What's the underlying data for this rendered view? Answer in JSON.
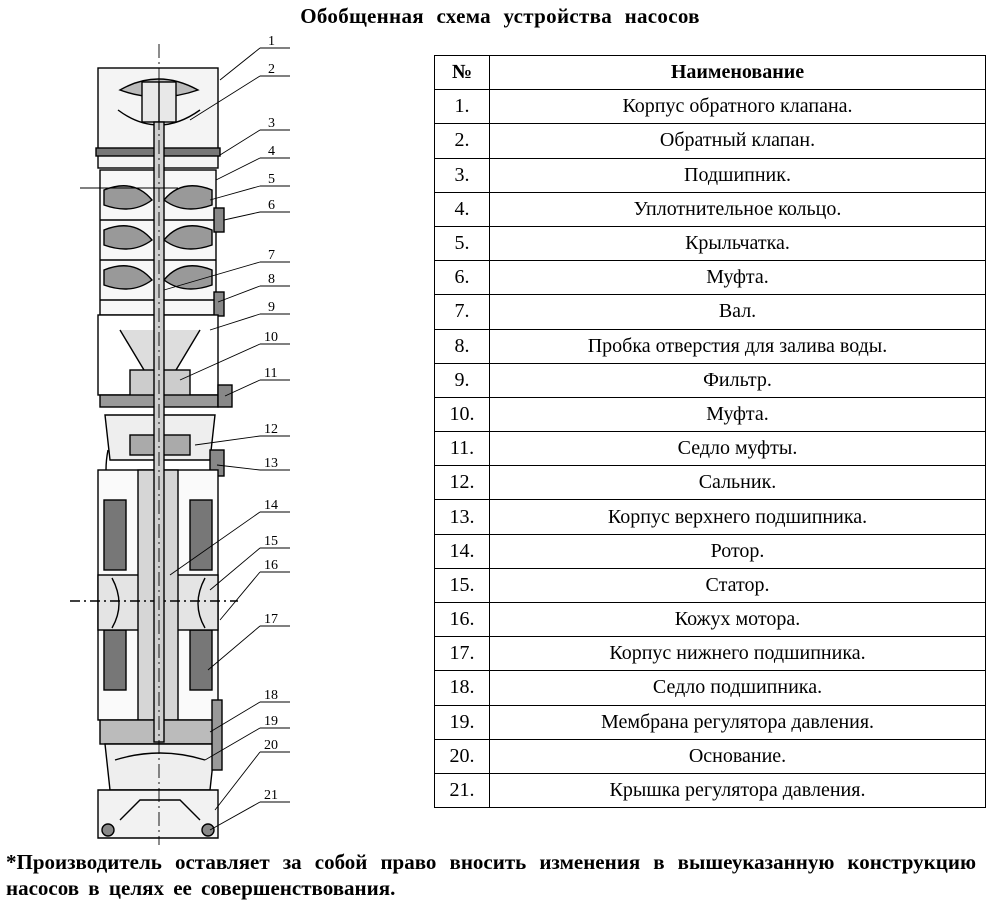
{
  "title": "Обобщенная схема устройства насосов",
  "table": {
    "headers": {
      "num": "№",
      "name": "Наименование"
    },
    "rows": [
      {
        "num": "1.",
        "name": "Корпус обратного клапана."
      },
      {
        "num": "2.",
        "name": "Обратный клапан."
      },
      {
        "num": "3.",
        "name": "Подшипник."
      },
      {
        "num": "4.",
        "name": "Уплотнительное кольцо."
      },
      {
        "num": "5.",
        "name": "Крыльчатка."
      },
      {
        "num": "6.",
        "name": "Муфта."
      },
      {
        "num": "7.",
        "name": "Вал."
      },
      {
        "num": "8.",
        "name": "Пробка отверстия для залива воды."
      },
      {
        "num": "9.",
        "name": "Фильтр."
      },
      {
        "num": "10.",
        "name": "Муфта."
      },
      {
        "num": "11.",
        "name": "Седло муфты."
      },
      {
        "num": "12.",
        "name": "Сальник."
      },
      {
        "num": "13.",
        "name": "Корпус верхнего подшипника."
      },
      {
        "num": "14.",
        "name": "Ротор."
      },
      {
        "num": "15.",
        "name": "Статор."
      },
      {
        "num": "16.",
        "name": "Кожух мотора."
      },
      {
        "num": "17.",
        "name": "Корпус нижнего подшипника."
      },
      {
        "num": "18.",
        "name": "Седло подшипника."
      },
      {
        "num": "19.",
        "name": "Мембрана регулятора давления."
      },
      {
        "num": "20.",
        "name": "Основание."
      },
      {
        "num": "21.",
        "name": "Крышка регулятора давления."
      }
    ]
  },
  "diagram": {
    "labels": [
      "1",
      "2",
      "3",
      "4",
      "5",
      "6",
      "7",
      "8",
      "9",
      "10",
      "11",
      "12",
      "13",
      "14",
      "15",
      "16",
      "17",
      "18",
      "19",
      "20",
      "21"
    ]
  },
  "footnote": "*Производитель оставляет за собой право вносить изменения в вышеуказанную конструкцию насосов в целях ее совершенствования."
}
